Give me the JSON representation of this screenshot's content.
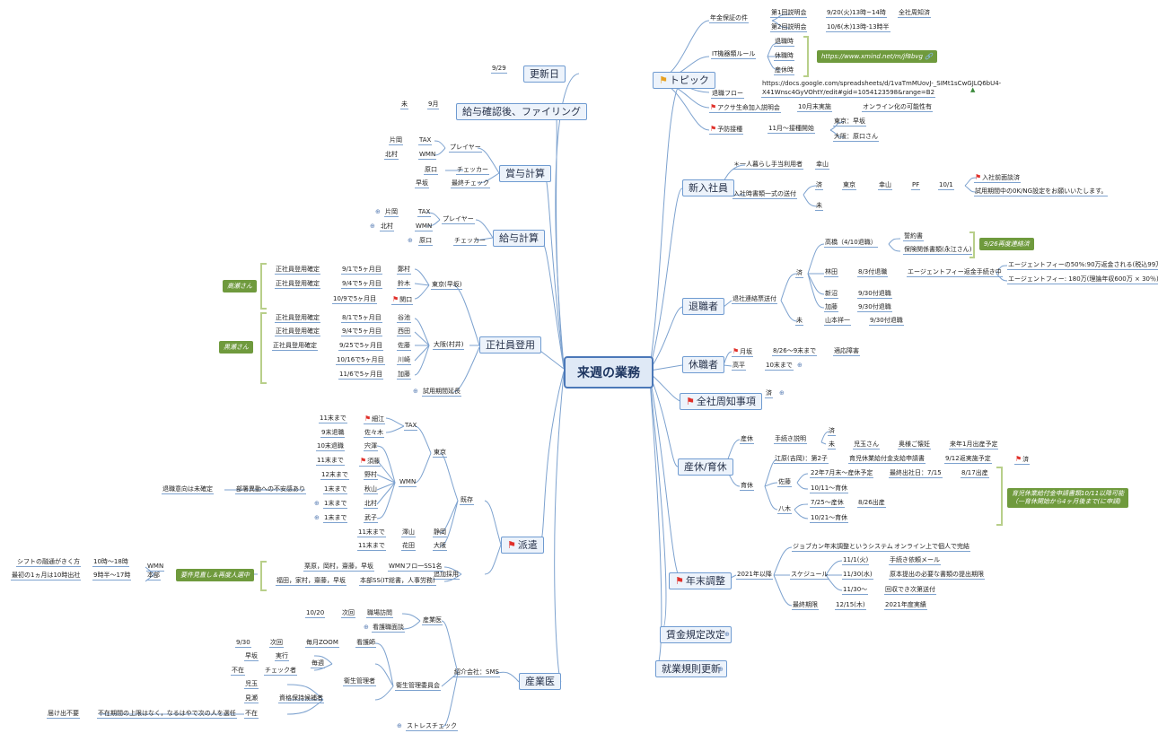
{
  "root": {
    "title": "来週の業務"
  },
  "topic": {
    "label": "トピック",
    "nenkin": "年金保証の件",
    "setsumei1": "第1回説明会",
    "setsumei1_date": "9/20(火)13時~14時",
    "setsumei1_status": "全社周知済",
    "setsumei2": "第2回説明会",
    "setsumei2_date": "10/6(木)13時-13時半",
    "it_rule": "IT機器類ルール",
    "taishoku_ji": "退職時",
    "kyushoku_ji": "休職時",
    "sankyu_ji": "産休時",
    "xmind_url": "https://www.xmind.net/m/jf8bvg",
    "taishoku_flow": "退職フロー",
    "sheet_url_1": "https://docs.google.com/spreadsheets/d/1vaTmMUovJ-_SIMt1sCwGJLQ6bU4-",
    "sheet_url_2": "X41Wnsc4GyVOhtY/edit#gid=1054123598&range=B2",
    "akusa": "アクサ生命加入説明会",
    "akusa_when": "10月末実施",
    "akusa_note": "オンライン化の可能性有",
    "yobou": "予防接種",
    "yobou_when": "11月～接種開始",
    "yobou_tokyo": "東京：早坂",
    "yobou_osaka": "大阪：原口さん"
  },
  "shinnyu": {
    "label": "新入社員",
    "hitorigurashi": "＊一人暮らし手当利用者",
    "hitorigurashi_name": "幸山",
    "nyusha_shorui": "入社時書類一式の送付",
    "zumi": "済",
    "tokyo": "東京",
    "name": "幸山",
    "pf": "PF",
    "date": "10/1",
    "menkyo": "入社前面談済",
    "shiyou": "試用期間中の0K/NG設定をお願いいたします。",
    "mi": "未"
  },
  "taishokusha": {
    "label": "退職者",
    "renraku": "退社連絡票送付",
    "zumi": "済",
    "takahashi": "高橋（4/10退職）",
    "seiyakusho": "誓約書",
    "hoken": "保険関係書類(永江さん)",
    "note": "9/26再度連絡済",
    "hayashida": "林田",
    "hayashida_when": "8/3付退職",
    "agent": "エージェントフィー返金手続き中",
    "agent1": "エージェントフィーの50%:90万返金される(税込99万)",
    "agent2": "エージェントフィー: 180万(理論年収600万 × 30％)",
    "niinuma": "新沼",
    "niinuma_when": "9/30付退職",
    "kato": "加藤",
    "kato_when": "9/30付退職",
    "mi": "未",
    "yamamoto": "山本祥一",
    "yamamoto_when": "9/30付退職"
  },
  "kyushokusha": {
    "label": "休職者",
    "tsukisaka": "月坂",
    "tsukisaka_when": "8/26～9末まで",
    "tsukisaka_reason": "適応障害",
    "takahira": "高平",
    "takahira_when": "10末まで"
  },
  "zensha": {
    "label": "全社周知事項",
    "zumi": "済"
  },
  "sankyu": {
    "label": "産休/育休",
    "sankyu": "産休",
    "tetsuzuki": "手続き説明",
    "zumi": "済",
    "mi": "未",
    "kodama": "児玉さん",
    "okusama": "奥様ご懐妊",
    "rainen": "来年1月出産予定",
    "ikukyu": "育休",
    "ebara": "江原(吉岡)：第2子",
    "ikukyu_shinsei": "育児休業給付金支給申請書",
    "ikukyu_yotei": "9/12返実施予定",
    "sumi2": "済",
    "sato": "佐藤",
    "sato1": "22年7月末～産休予定",
    "sato2": "最終出社日：7/15",
    "sato3": "8/17出産",
    "sato4": "10/11～育休",
    "yagi": "八木",
    "yagi1": "7/25～産休",
    "yagi2": "8/26出産",
    "yagi3": "10/21～育休",
    "note_line1": "育児休業給付金申請書類10/11以降可能",
    "note_line2": "（一育休開始から4ヶ月後まで(に申請)"
  },
  "nenmatsu": {
    "label": "年末調整",
    "year": "2021年以降",
    "jobcan": "ジョブカン年末調整というシステム",
    "jobcan_note": "オンライン上で個人で完結",
    "schedule": "スケジュール",
    "s1_date": "11/1(火)",
    "s1": "手続き依頼メール",
    "s2_date": "11/30(水)",
    "s2": "原本提出の必要な書類の提出期限",
    "s3_date": "11/30～",
    "s3": "回収でき次第送付",
    "saishu": "最終期限",
    "saishu_date": "12/15(木)",
    "saishu_note": "2021年度実績"
  },
  "chingin": {
    "label": "賃金規定改定"
  },
  "shugyo": {
    "label": "就業規則更新"
  },
  "koshinbi": {
    "label": "更新日",
    "date": "9/29"
  },
  "kyuyo_kakunin": {
    "label": "給与確認後、ファイリング",
    "month": "9月",
    "mi": "未"
  },
  "shoyo": {
    "label": "賞与計算",
    "player": "プレイヤー",
    "katagiri": "片岡",
    "tax": "TAX",
    "kitamura": "北村",
    "wmn": "WMN",
    "checker": "チェッカー",
    "haraguchi": "原口",
    "saishu": "最終チェック",
    "hayasaka": "早坂"
  },
  "kyuyo": {
    "label": "給与計算",
    "player": "プレイヤー",
    "katagiri": "片岡",
    "tax": "TAX",
    "kitamura": "北村",
    "wmn": "WMN",
    "checker": "チェッカー",
    "haraguchi": "原口"
  },
  "seishain": {
    "label": "正社員登用",
    "tokyo": "東京(早坂)",
    "osaka": "大阪(村井)",
    "kakutei": "正社員登用確定",
    "t1_when": "9/1で5ヶ月目",
    "t1_name": "鄭村",
    "t2_when": "9/4で5ヶ月目",
    "t2_name": "鈴木",
    "t3_when": "10/9で5ヶ月目",
    "t3_name": "関口",
    "o1_when": "8/1で5ヶ月目",
    "o1_name": "谷池",
    "o2_when": "9/4で5ヶ月目",
    "o2_name": "西田",
    "o3_when": "9/25で5ヶ月目",
    "o3_name": "佐藤",
    "o4_when": "10/16で5ヶ月目",
    "o4_name": "川崎",
    "o5_when": "11/6で5ヶ月目",
    "o5_name": "加藤",
    "shiyou": "試用期間延長",
    "note_tokyo": "高瀬さん",
    "note_osaka": "黒瀬さん"
  },
  "haken": {
    "label": "派遣",
    "kison": "既存",
    "tokyo": "東京",
    "tax": "TAX",
    "wmn": "WMN",
    "r1_when": "11末まで",
    "r1_name": "細江",
    "r2_when": "9末退職",
    "r2_name": "佐々木",
    "r3_when": "10末退職",
    "r3_name": "宍渾",
    "r4_when": "11末まで",
    "r4_name": "須藤",
    "r5_when": "12末まで",
    "r5_name": "野村",
    "r6_when": "1末まで",
    "r6_name": "秋山",
    "r7_when": "1末まで",
    "r7_name": "北村",
    "r8_when": "1末まで",
    "r8_name": "武子",
    "taishoku_ikou": "退職意向は未確定",
    "busho": "部署異動への不安感あり",
    "shizuoka": "静岡",
    "shizuoka_when": "11末まで",
    "shizuoka_name": "澤山",
    "osaka": "大阪",
    "osaka_when": "11末まで",
    "osaka_name": "花田",
    "tsuika": "追加採用",
    "tsuika1": "栗原，岡村，齋藤，早坂",
    "tsuika1_note": "WMNフロ一SS1名",
    "tsuika2": "福田，家村，齋藤，早坂",
    "tsuika2_note": "本部SS(IT総書，人事労務)",
    "honbu": "本部",
    "wmn2": "WMN",
    "shift": "シフトの融通がきく方",
    "shift_time": "10時～18時",
    "saisho": "最初の1ヵ月は10時出社",
    "saisho_time": "9時半～17時",
    "note": "要件見直し＆再度人選中"
  },
  "sangyoi": {
    "label": "産業医",
    "shokai": "紹介会社：SMS",
    "sangyoi2": "産業医",
    "d1": "10/20",
    "d1_next": "次回",
    "d1_what": "職場訪問",
    "kangoshi_mensetsu": "看護職面談",
    "eisei": "衛生管理委員会",
    "d2": "9/30",
    "d2_next": "次回",
    "d2_zoom": "毎月ZOOM",
    "kangoshi": "看護師",
    "hayasaka": "早坂",
    "jikko": "実行",
    "fuzai": "不在",
    "checker": "チェック者",
    "maishu": "毎週",
    "eisei_kanrisha": "衛生管理者",
    "kodama": "児玉",
    "minase": "見瀬",
    "shikaku": "資格保持候補者",
    "fuzai2": "不在",
    "todoke": "届け出不要",
    "fuzai_note": "不在期間の上限はなく，なるはやで次の人を選任",
    "stress": "ストレスチェック"
  },
  "colors": {
    "line": "#7da2cf",
    "box_border": "#6f9bd1",
    "box_fill": "#edf3fb",
    "root_fill": "#dfe9f6",
    "flag": "#e0302a",
    "note": "#6f9a3d"
  }
}
